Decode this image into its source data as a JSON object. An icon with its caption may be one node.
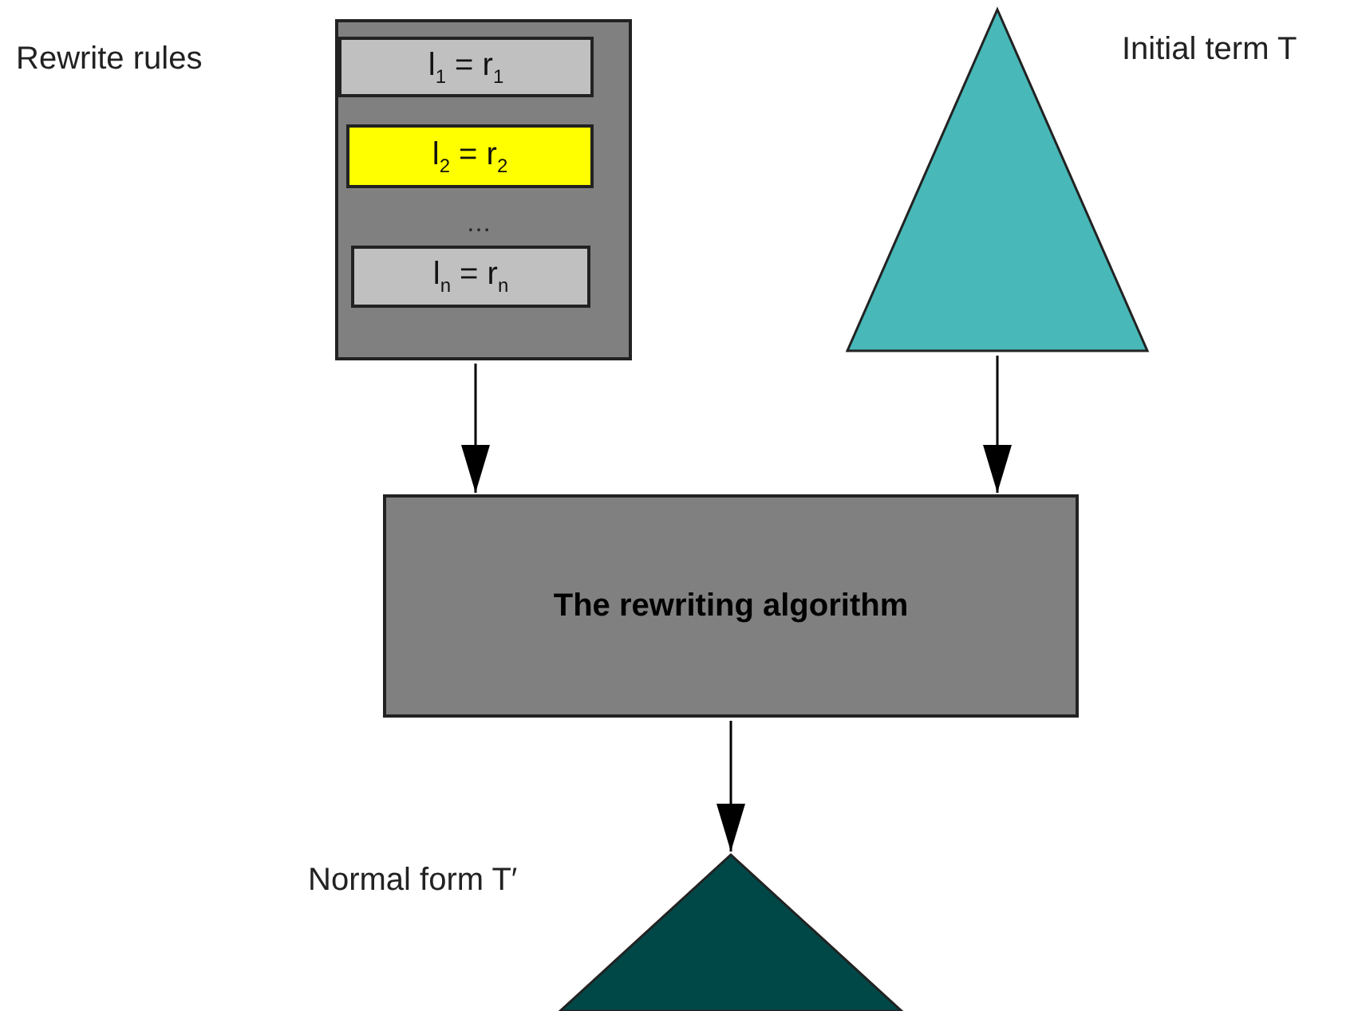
{
  "diagram": {
    "nodes": [
      {
        "text": [
          "Rewrite rules"
        ]
      },
      {
        "text": [
          "l$_{1}$ = r$_{1}$"
        ],
        "in": 0
      },
      {
        "text": [
          "l$_{2}$ = r$_{2}$"
        ],
        "in": 0
      },
      {
        "text": [
          "l$_{n}$ = r$_{n}$"
        ],
        "in": 0
      },
      {
        "text": [
          "Initial term T"
        ]
      },
      {
        "text": [
          "The rewriting algorithm"
        ]
      },
      {
        "text": [
          "Normal form T′"
        ]
      }
    ],
    "edges": [
      {
        "from": 0,
        "to": 5,
        "arrow": "to"
      },
      {
        "from": 4,
        "to": 5,
        "arrow": "to"
      },
      {
        "from": 5,
        "to": 6,
        "arrow": "to"
      }
    ],
    "labels": [
      "…"
    ]
  }
}
